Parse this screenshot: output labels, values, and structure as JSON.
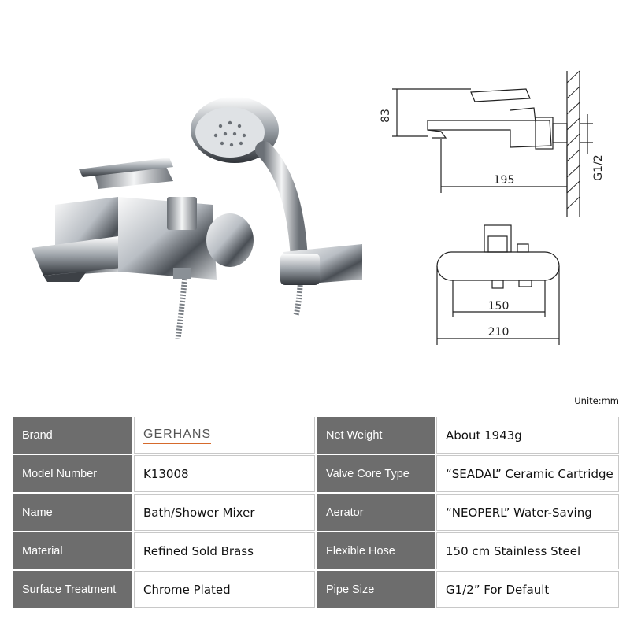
{
  "drawing": {
    "side_height": "83",
    "side_length": "195",
    "thread_size": "G1/2",
    "top_inner_width": "150",
    "top_outer_width": "210"
  },
  "units_note": "Unite:mm",
  "specs": {
    "rows": [
      {
        "label_left": "Brand",
        "value_left": "GERHANS",
        "label_right": "Net Weight",
        "value_right": "About 1943g"
      },
      {
        "label_left": "Model Number",
        "value_left": "K13008",
        "label_right": "Valve Core Type",
        "value_right": "“SEADAL” Ceramic Cartridge"
      },
      {
        "label_left": "Name",
        "value_left": "Bath/Shower Mixer",
        "label_right": "Aerator",
        "value_right": "“NEOPERL” Water-Saving"
      },
      {
        "label_left": "Material",
        "value_left": "Refined Sold Brass",
        "label_right": "Flexible Hose",
        "value_right": "150 cm Stainless Steel"
      },
      {
        "label_left": "Surface Treatment",
        "value_left": "Chrome Plated",
        "label_right": "Pipe Size",
        "value_right": "G1/2” For Default"
      }
    ]
  },
  "colors": {
    "label_bg": "#6d6d6d",
    "brand_accent": "#d66a2c"
  }
}
